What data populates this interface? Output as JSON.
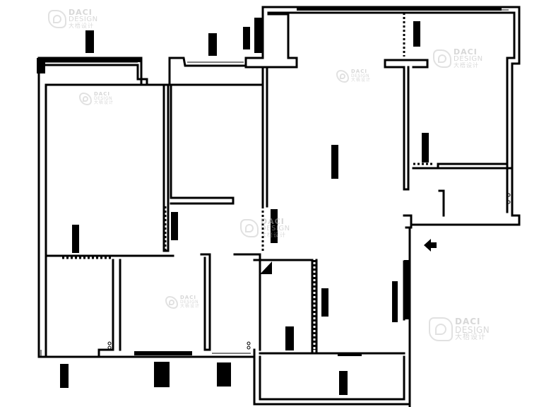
{
  "watermark": {
    "line1": "DACI",
    "line2": "DESIGN",
    "line3": "大梧设计"
  },
  "colors": {
    "wall": "#000000",
    "background": "#ffffff",
    "watermark": "#bdbdbd"
  },
  "icons": [
    "entry-arrow-icon",
    "socket-icon",
    "door-swing-icon"
  ]
}
